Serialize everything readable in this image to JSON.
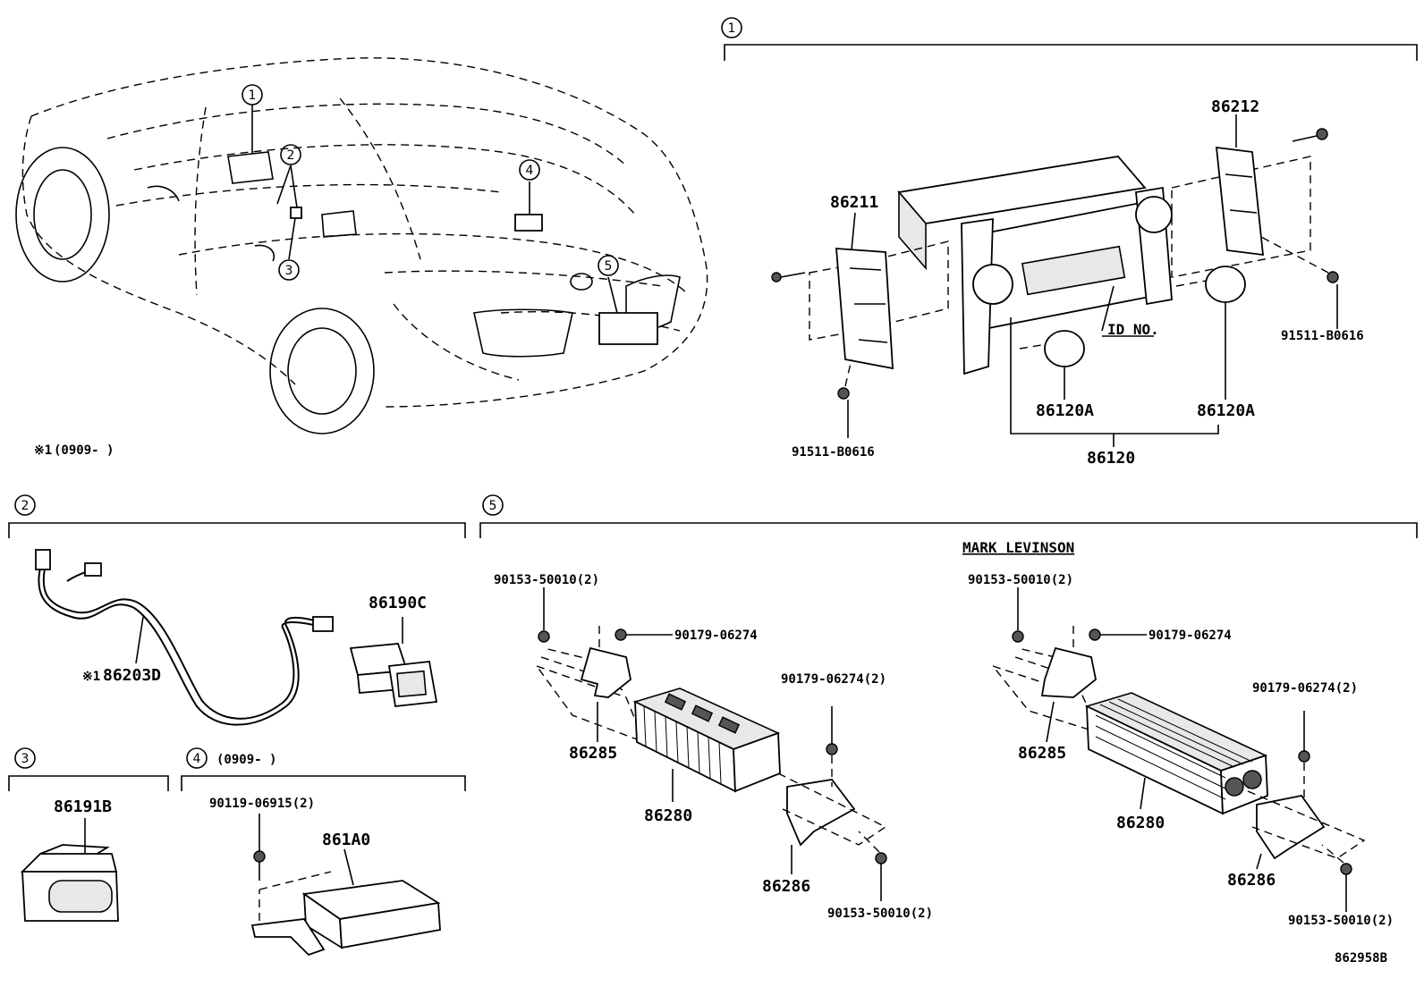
{
  "callouts": {
    "c1": "1",
    "c2": "2",
    "c3": "3",
    "c4": "4",
    "c5": "5"
  },
  "footnote": {
    "mark": "※1",
    "text": "(0909-      )"
  },
  "section1": {
    "number": "1",
    "parts": {
      "bracket_left": "86211",
      "bracket_right": "86212",
      "screw_left": "91511-B0616",
      "screw_right": "91511-B0616",
      "knob_left": "86120A",
      "knob_right": "86120A",
      "receiver": "86120",
      "id_no": "ID NO."
    }
  },
  "section2": {
    "number": "2",
    "parts": {
      "wire_mark": "※1",
      "wire": "86203D",
      "jack": "86190C"
    }
  },
  "section3": {
    "number": "3",
    "parts": {
      "jack": "86191B"
    }
  },
  "section4": {
    "number": "4",
    "note": "(0909-      )",
    "parts": {
      "screw": "90119-06915(2)",
      "module": "861A0"
    }
  },
  "section5": {
    "number": "5",
    "title": "MARK LEVINSON",
    "left": {
      "bolt_top": "90153-50010(2)",
      "nut_top": "90179-06274",
      "nut_right": "90179-06274(2)",
      "bracket_front": "86285",
      "amplifier": "86280",
      "bracket_rear": "86286",
      "bolt_bottom": "90153-50010(2)"
    },
    "right": {
      "bolt_top": "90153-50010(2)",
      "nut_top": "90179-06274",
      "nut_right": "90179-06274(2)",
      "bracket_front": "86285",
      "amplifier": "86280",
      "bracket_rear": "86286",
      "bolt_bottom": "90153-50010(2)"
    }
  },
  "diagram_id": "862958B"
}
